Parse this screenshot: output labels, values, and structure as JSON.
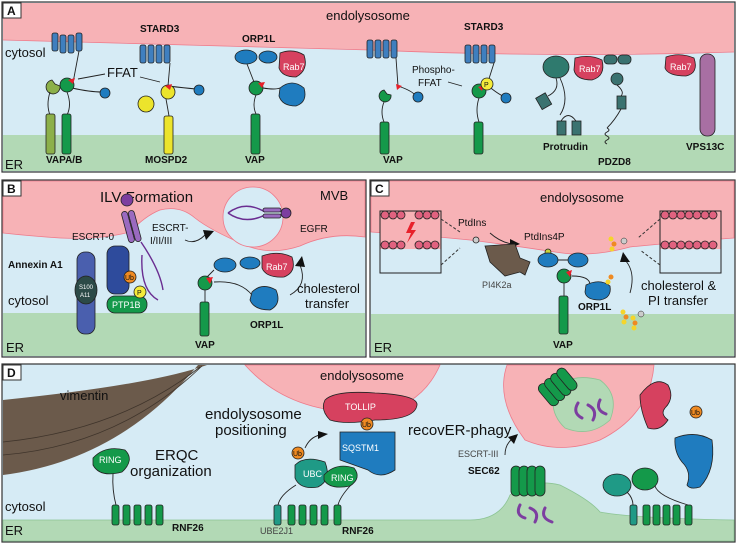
{
  "colors": {
    "endolysosome": "#f7b2b6",
    "cytosol": "#d6ebf5",
    "er": "#b2d9b5",
    "vap_green": "#14994a",
    "orp_blue": "#1f7cbf",
    "rab7_red": "#d6415f",
    "stard3_blue": "#3f7fbf",
    "mospd2_yellow": "#ece42c",
    "protrudin_teal": "#2f7a6e",
    "vps13c_purple": "#a86fa3",
    "vimentin_brown": "#6b5a4b",
    "ffat_red": "#e8202a"
  },
  "panel_a": {
    "letter": "A",
    "endolysosome": "endolysosome",
    "cytosol": "cytosol",
    "er": "ER",
    "ffat": "FFAT",
    "vapab": "VAPA/B",
    "stard3_1": "STARD3",
    "mospd2": "MOSPD2",
    "orp1l": "ORP1L",
    "rab7_1": "Rab7",
    "vap_1": "VAP",
    "vap_2": "VAP",
    "stard3_2": "STARD3",
    "phospho_1": "Phospho-",
    "phospho_2": "FFAT",
    "p": "P",
    "rab7_2": "Rab7",
    "protrudin": "Protrudin",
    "pdzd8": "PDZD8",
    "rab7_3": "Rab7",
    "vps13c": "VPS13C"
  },
  "panel_b": {
    "letter": "B",
    "title": "ILV Formation",
    "mvb": "MVB",
    "escrt0": "ESCRT-0",
    "escrt_1": "ESCRT-",
    "escrt_2": "I/II/III",
    "egfr": "EGFR",
    "annexin": "Annexin A1",
    "s100_1": "S100",
    "s100_2": "A11",
    "ub": "Ub",
    "p": "P",
    "ptp1b": "PTP1B",
    "cytosol": "cytosol",
    "er": "ER",
    "vap": "VAP",
    "orp1l": "ORP1L",
    "rab7": "Rab7",
    "transfer_1": "cholesterol",
    "transfer_2": "transfer"
  },
  "panel_c": {
    "letter": "C",
    "endolysosome": "endolysosome",
    "ptdins": "PtdIns",
    "ptdins4p": "PtdIns4P",
    "pi4k2a": "PI4K2a",
    "orp1l": "ORP1L",
    "vap": "VAP",
    "transfer_1": "cholesterol &",
    "transfer_2": "PI transfer",
    "er": "ER"
  },
  "panel_d": {
    "letter": "D",
    "vimentin": "vimentin",
    "endolysosome": "endolysosome",
    "positioning_1": "endolysosome",
    "positioning_2": "positioning",
    "erqc_1": "ERQC",
    "erqc_2": "organization",
    "ring_1": "RING",
    "cytosol": "cytosol",
    "er": "ER",
    "rnf26_1": "RNF26",
    "ube2j1": "UBE2J1",
    "rnf26_2": "RNF26",
    "tollip": "TOLLIP",
    "ub_1": "Ub",
    "sqstm1": "SQSTM1",
    "ub_2": "Ub",
    "ubc": "UBC",
    "ring_2": "RING",
    "recover": "recovER-phagy",
    "escrt3": "ESCRT-III",
    "sec62": "SEC62",
    "ub_3": "Ub"
  }
}
